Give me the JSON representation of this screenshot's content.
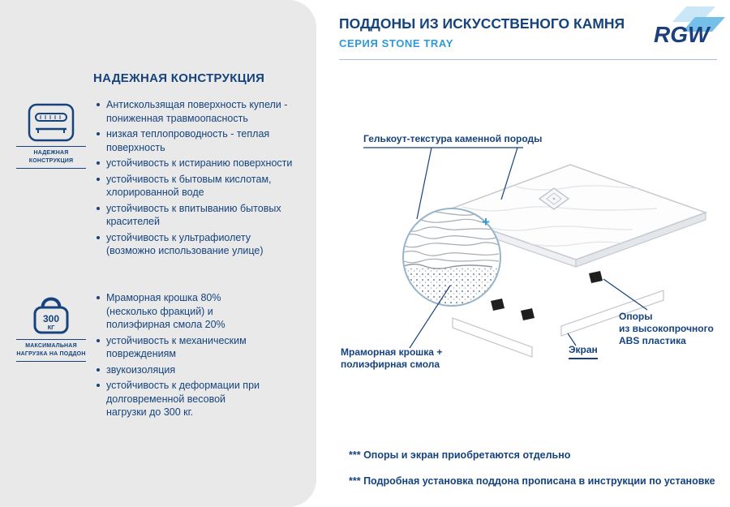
{
  "colors": {
    "brand_dark_blue": "#16437d",
    "accent_blue": "#2e9ad7",
    "panel_gray": "#e9e9e9"
  },
  "header": {
    "title": "ПОДДОНЫ ИЗ ИСКУССТВЕНОГО КАМНЯ",
    "subtitle": "СЕРИЯ STONE TRAY",
    "logo_text": "RGW"
  },
  "sidebar": {
    "title": "НАДЕЖНАЯ КОНСТРУКЦИЯ",
    "badge_construction": {
      "line1": "НАДЕЖНАЯ",
      "line2": "КОНСТРУКЦИЯ"
    },
    "badge_load": {
      "value": "300",
      "unit": "КГ",
      "line1": "МАКСИМАЛЬНАЯ",
      "line2": "НАГРУЗКА НА ПОДДОН"
    },
    "features_construction": [
      "Антискользящая поверхность купели - пониженная травмоопасность",
      "низкая теплопроводность - теплая поверхность",
      "устойчивость к истиранию поверхности",
      "устойчивость к бытовым кислотам, хлорированной воде",
      "устойчивость к впитыванию бытовых красителей",
      "устойчивость к ультрафиолету (возможно использование улице)"
    ],
    "features_material": [
      "Мраморная крошка 80% (несколько фракций) и полиэфирная смола 20%",
      "устойчивость к механическим повреждениям",
      "звукоизоляция",
      "устойчивость к деформации при долговременной весовой нагрузки до 300 кг."
    ]
  },
  "diagram": {
    "label_gelcoat": "Гелькоут-текстура каменной породы",
    "label_marble": "Мраморная крошка +\nполиэфирная смола",
    "label_screen": "Экран",
    "label_supports": "Опоры\nиз высокопрочного\nABS пластика",
    "magnifier_plus": "+"
  },
  "footnotes": {
    "note1": "*** Опоры и экран приобретаются отдельно",
    "note2": "*** Подробная установка поддона прописана в инструкции по установке"
  }
}
